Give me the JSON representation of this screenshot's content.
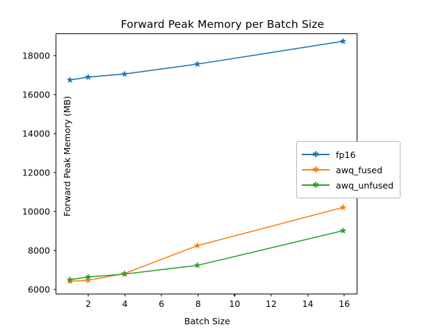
{
  "chart_data": {
    "type": "line",
    "title": "Forward Peak Memory per Batch Size",
    "xlabel": "Batch Size",
    "ylabel": "Forward Peak Memory (MB)",
    "x": [
      1,
      2,
      4,
      8,
      16
    ],
    "xlim": [
      0.25,
      16.75
    ],
    "ylim": [
      5700,
      19100
    ],
    "xticks": [
      2,
      4,
      6,
      8,
      10,
      12,
      14,
      16
    ],
    "yticks": [
      6000,
      8000,
      10000,
      12000,
      14000,
      16000,
      18000
    ],
    "grid": false,
    "legend_position": "center right",
    "marker": "star",
    "series": [
      {
        "name": "fp16",
        "color": "#1f77b4",
        "values": [
          16730,
          16880,
          17040,
          17550,
          18730
        ]
      },
      {
        "name": "awq_fused",
        "color": "#ff7f0e",
        "values": [
          6340,
          6390,
          6740,
          8180,
          10150
        ]
      },
      {
        "name": "awq_unfused",
        "color": "#2ca02c",
        "values": [
          6420,
          6560,
          6710,
          7160,
          8950
        ]
      }
    ]
  },
  "legend": {
    "items": [
      {
        "label": "fp16"
      },
      {
        "label": "awq_fused"
      },
      {
        "label": "awq_unfused"
      }
    ]
  }
}
